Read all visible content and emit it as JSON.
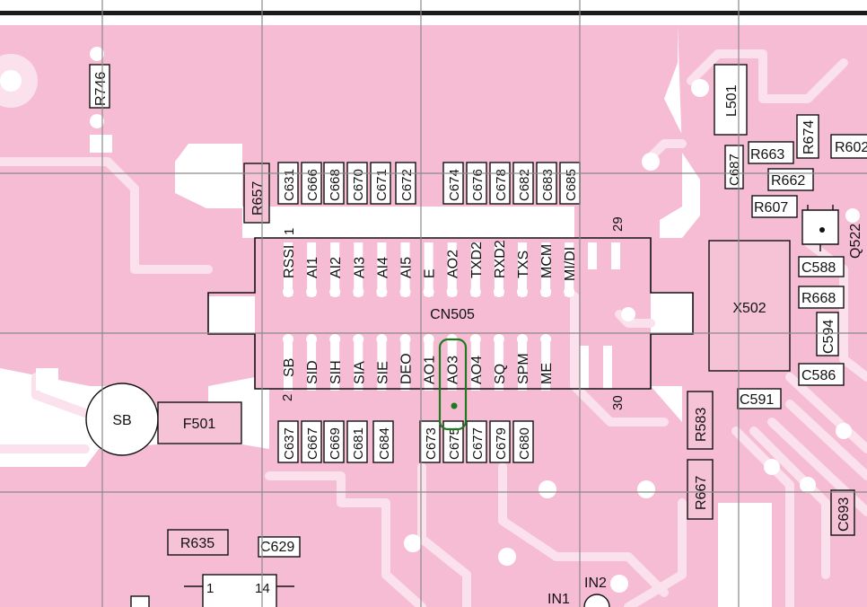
{
  "board": {
    "colors": {
      "copper": "#f6bcd3",
      "trace_light": "#fbe1ec",
      "background": "#ffffff",
      "grid_line": "#8a8a8a",
      "outline": "#111111",
      "marker": "#1f7a1f"
    },
    "connector": {
      "ref": "CN505",
      "pin_first_top": "1",
      "pin_last_top": "29",
      "pin_first_bottom": "2",
      "pin_last_bottom": "30",
      "top_signals": [
        "RSSI",
        "AI1",
        "AI2",
        "AI3",
        "AI4",
        "AI5",
        "E",
        "AO2",
        "TXD2",
        "RXD2",
        "TXS",
        "MCM",
        "MI/DI"
      ],
      "bottom_signals": [
        "SB",
        "SID",
        "SIH",
        "SIA",
        "SIE",
        "DEO",
        "AO1",
        "AO3",
        "AO4",
        "SQ",
        "SPM",
        "ME"
      ],
      "highlighted_signal": "AO3"
    },
    "top_caps": [
      "C631",
      "C666",
      "C668",
      "C670",
      "C671",
      "C672",
      "C674",
      "C676",
      "C678",
      "C682",
      "C683",
      "C685"
    ],
    "bottom_caps": [
      "C637",
      "C667",
      "C669",
      "C681",
      "C684",
      "C673",
      "C675",
      "C677",
      "C679",
      "C680"
    ],
    "components": {
      "r746": "R746",
      "r657": "R657",
      "l501": "L501",
      "c687": "C687",
      "r663": "R663",
      "r674": "R674",
      "r602": "R602",
      "r662": "R662",
      "r607": "R607",
      "q522": "Q522",
      "c588": "C588",
      "r668": "R668",
      "c594": "C594",
      "x502": "X502",
      "c586": "C586",
      "c591": "C591",
      "r583": "R583",
      "r667": "R667",
      "c693": "C693",
      "sb": "SB",
      "f501": "F501",
      "r635": "R635",
      "c629": "C629",
      "ic_pin_1": "1",
      "ic_pin_14": "14",
      "in1": "IN1",
      "in2": "IN2"
    }
  }
}
